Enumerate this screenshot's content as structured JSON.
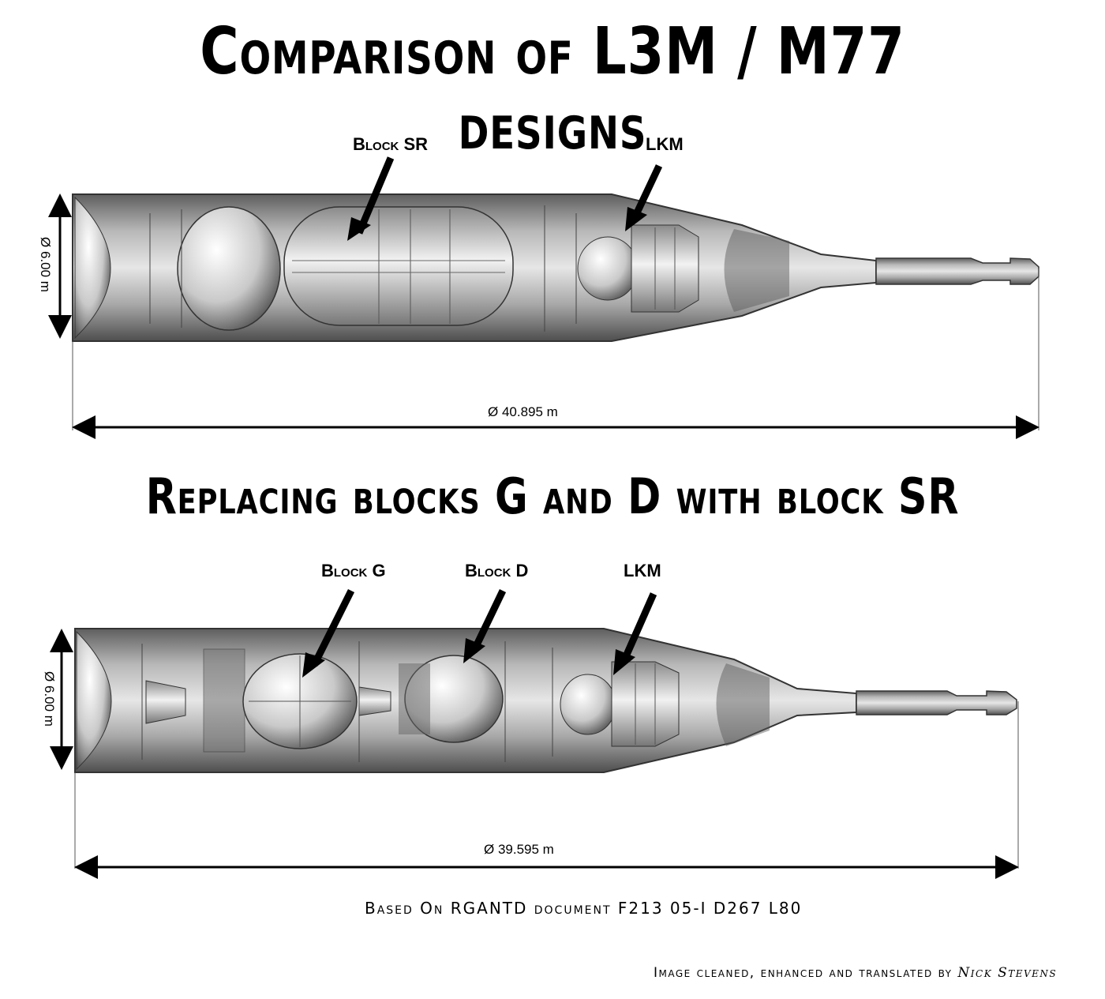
{
  "title": "Comparison of L3M / M77 designs",
  "subtitle": "Replacing blocks G and D with block SR",
  "top_diagram": {
    "labels": {
      "block_sr": "Block SR",
      "lkm": "LKM"
    },
    "diameter": "Ø 6.00 m",
    "length": "Ø 40.895 m"
  },
  "bottom_diagram": {
    "labels": {
      "block_g": "Block G",
      "block_d": "Block D",
      "lkm": "LKM"
    },
    "diameter": "Ø 6.00 m",
    "length": "Ø 39.595 m"
  },
  "source_note": "Based On RGANTD document F213 05-I D267 L80",
  "credit": {
    "prefix": "Image cleaned, enhanced and translated by",
    "author": "Nick Stevens"
  }
}
